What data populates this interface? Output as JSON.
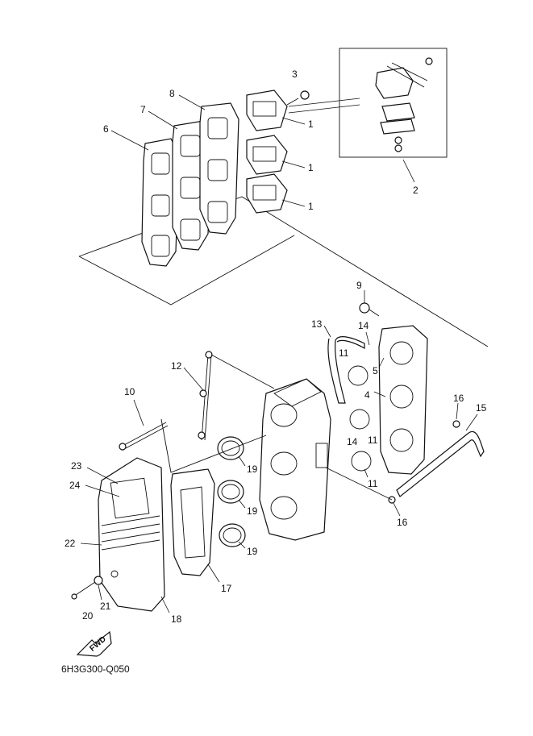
{
  "diagram": {
    "drawing_code": "6H3G300-Q050",
    "fwd_label": "FWD",
    "callouts": {
      "c1a": "1",
      "c1b": "1",
      "c1c": "1",
      "c2": "2",
      "c3": "3",
      "c4": "4",
      "c5": "5",
      "c6": "6",
      "c7": "7",
      "c8": "8",
      "c9": "9",
      "c10": "10",
      "c11a": "11",
      "c11b": "11",
      "c11c": "11",
      "c12": "12",
      "c13": "13",
      "c14a": "14",
      "c14b": "14",
      "c15": "15",
      "c16a": "16",
      "c16b": "16",
      "c17": "17",
      "c18": "18",
      "c19a": "19",
      "c19b": "19",
      "c19c": "19",
      "c20": "20",
      "c21": "21",
      "c22": "22",
      "c23": "23",
      "c24": "24"
    }
  }
}
